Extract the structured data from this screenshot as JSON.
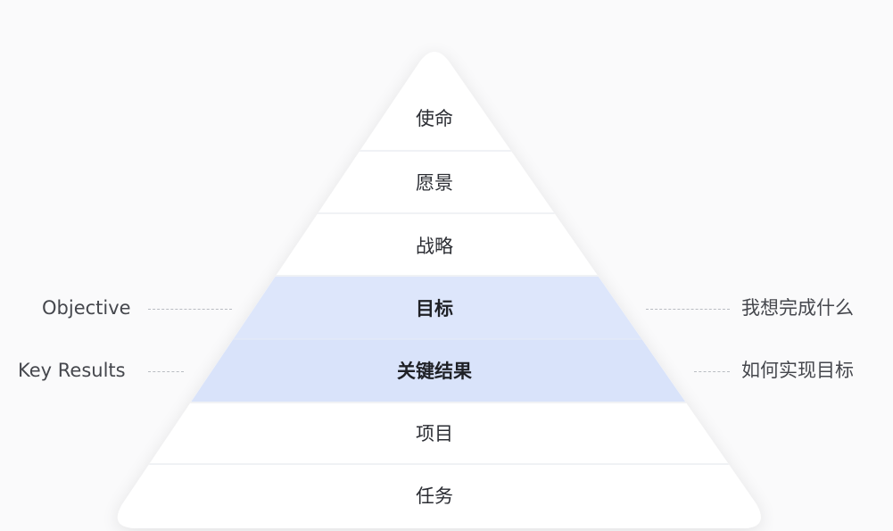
{
  "diagram": {
    "levels": [
      {
        "label": "使命",
        "highlight": false
      },
      {
        "label": "愿景",
        "highlight": false
      },
      {
        "label": "战略",
        "highlight": false
      },
      {
        "label": "目标",
        "highlight": true
      },
      {
        "label": "关键结果",
        "highlight": true
      },
      {
        "label": "项目",
        "highlight": false
      },
      {
        "label": "任务",
        "highlight": false
      }
    ],
    "left_annotations": {
      "objective": "Objective",
      "key_results": "Key Results"
    },
    "right_annotations": {
      "objective": "我想完成什么",
      "key_results": "如何实现目标"
    },
    "colors": {
      "background": "#fafafb",
      "level_fill": "#ffffff",
      "highlight_fill": "#dde6fb",
      "divider": "#eceef2",
      "dash": "#b9bcc2"
    }
  }
}
